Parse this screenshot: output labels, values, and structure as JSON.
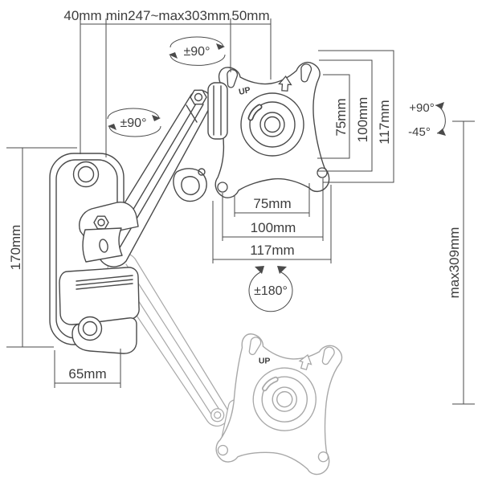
{
  "figure": {
    "background": "#ffffff",
    "line_color": "#4a4a4a",
    "ghost_line_color": "#a8a8a8",
    "text_color": "#3d3d3d"
  },
  "top_dims": {
    "left": "40mm",
    "range": "min247~max303mm",
    "right": "50mm"
  },
  "angles": {
    "upper_swivel": "±90°",
    "wall_swivel": "±90°",
    "vesa_rotation": "±180°",
    "tilt_up": "+90°",
    "tilt_down": "-45°"
  },
  "vesa_dims": {
    "vertical": [
      "75mm",
      "100mm",
      "117mm"
    ],
    "horizontal": [
      "75mm",
      "100mm",
      "117mm"
    ]
  },
  "wall_plate_dims": {
    "height": "170mm",
    "width": "65mm"
  },
  "lift": {
    "max_height": "max309mm"
  },
  "labels": {
    "up": "UP"
  }
}
